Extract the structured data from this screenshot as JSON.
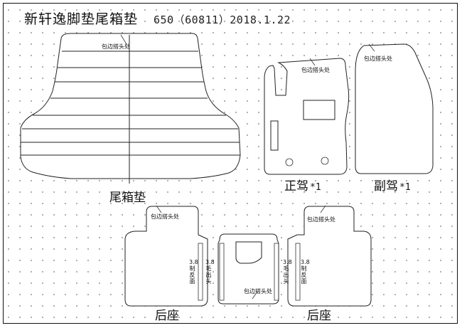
{
  "header": {
    "title": "新轩逸脚垫尾箱垫",
    "code": "650（60811）2018.1.22"
  },
  "annotations": {
    "edge_note": "包边搭头处",
    "pile_note": "3.8 毛出头",
    "back_note": "3.8 制反面"
  },
  "parts": {
    "trunk": {
      "label": "尾箱垫",
      "qty": ""
    },
    "driver": {
      "label": "正驾",
      "qty": "*1"
    },
    "passenger": {
      "label": "副驾",
      "qty": "*1"
    },
    "rear_left": {
      "label": "后座",
      "qty": ""
    },
    "rear_right": {
      "label": "后座",
      "qty": ""
    },
    "rear_middle": {
      "label": "",
      "qty": ""
    }
  }
}
